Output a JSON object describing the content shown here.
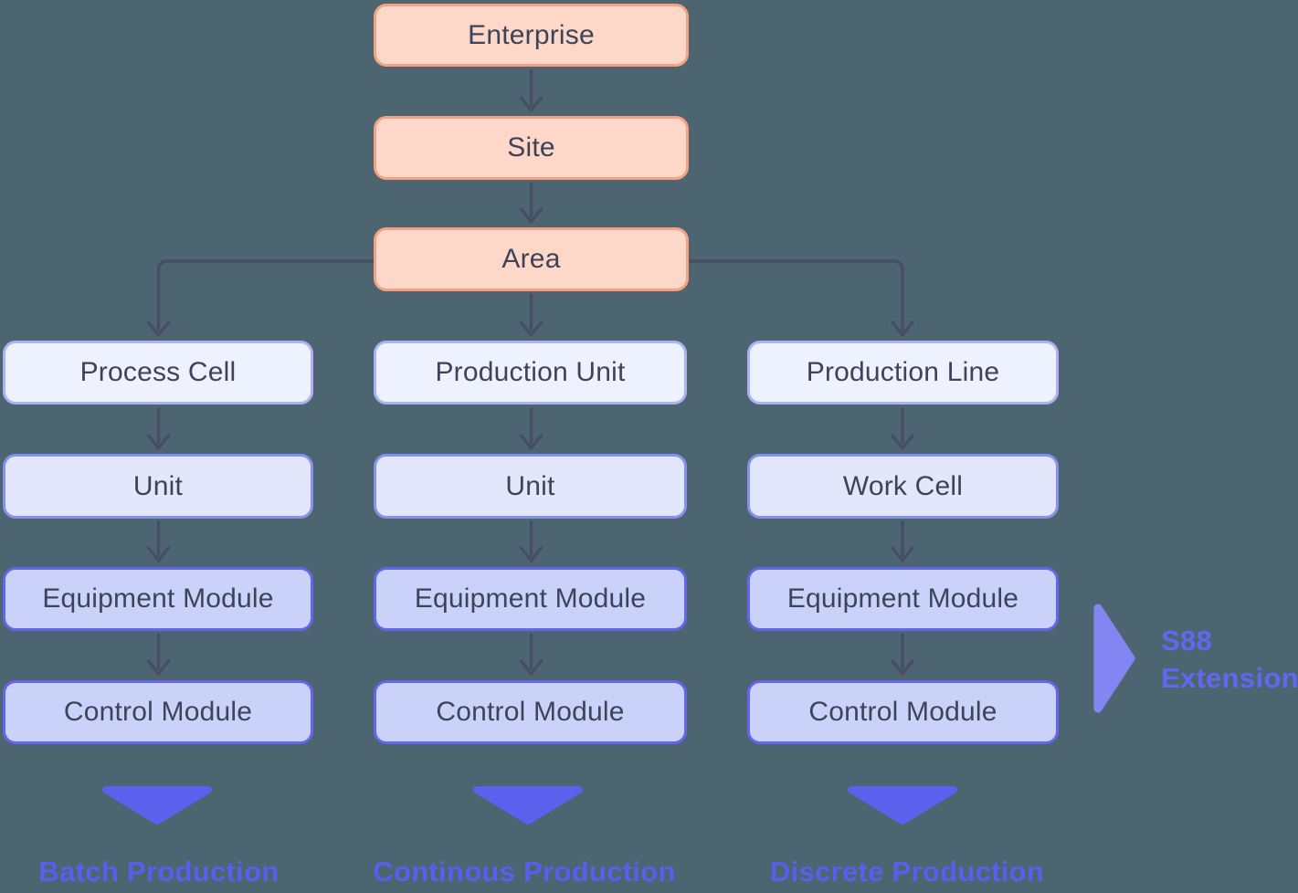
{
  "diagram": {
    "title_implied": "Equipment hierarchy diagram",
    "top_chain": [
      {
        "label": "Enterprise"
      },
      {
        "label": "Site"
      },
      {
        "label": "Area"
      }
    ],
    "columns": [
      {
        "id": "batch",
        "boxes": [
          "Process Cell",
          "Unit",
          "Equipment Module",
          "Control Module"
        ],
        "footer": "Batch Production"
      },
      {
        "id": "continuous",
        "boxes": [
          "Production Unit",
          "Unit",
          "Equipment Module",
          "Control Module"
        ],
        "footer": "Continous Production"
      },
      {
        "id": "discrete",
        "boxes": [
          "Production Line",
          "Work Cell",
          "Equipment Module",
          "Control Module"
        ],
        "footer": "Discrete Production"
      }
    ],
    "annotation": {
      "line1": "S88",
      "line2": "Extension"
    },
    "colors": {
      "background": "#4d6570",
      "peach_fill": "#fdd8c8",
      "peach_border": "#f5a183",
      "tier1_fill": "#eef1fe",
      "tier1_border": "#aab3f3",
      "tier2_fill": "#e3e7fc",
      "tier2_border": "#8690ee",
      "tier3_fill": "#cbd2fa",
      "tier3_border": "#6166ea",
      "box_text": "#3d4459",
      "connector": "#474e63",
      "down_triangle": "#5d60ec",
      "footer_text": "#5a5ded",
      "s88_triangle": "#8386f2",
      "s88_text": "#6366f1"
    }
  }
}
